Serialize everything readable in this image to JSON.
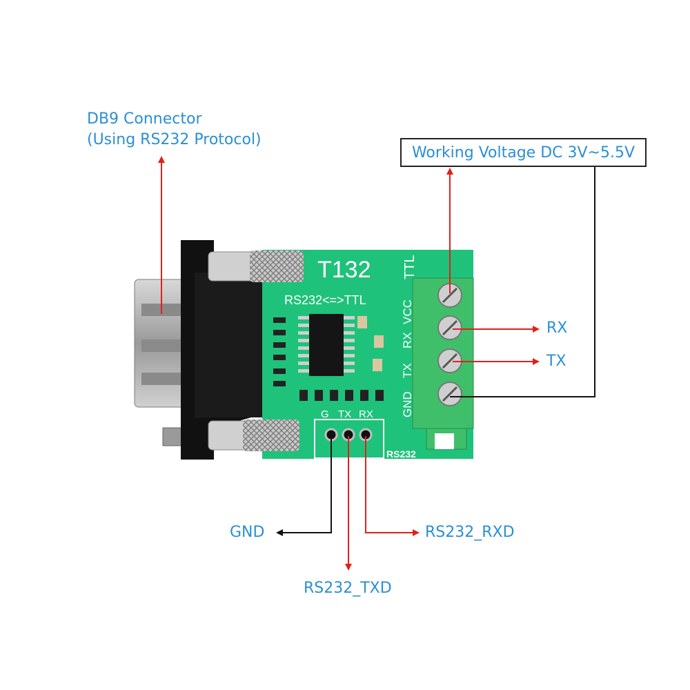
{
  "labels": {
    "db9_line1": "DB9 Connector",
    "db9_line2": "(Using RS232 Protocol)",
    "working_voltage": "Working Voltage DC 3V~5.5V",
    "rx": "RX",
    "tx": "TX",
    "gnd": "GND",
    "rs232_rxd": "RS232_RXD",
    "rs232_txd": "RS232_TXD"
  },
  "board": {
    "model": "T132",
    "subtitle": "RS232<=>TTL",
    "ttl_label": "TTL",
    "pin_vcc": "VCC",
    "pin_rx": "RX",
    "pin_tx": "TX",
    "pin_gnd": "GND",
    "header_g": "G",
    "header_tx": "TX",
    "header_rx": "RX",
    "rs232_label": "RS232"
  },
  "colors": {
    "label_blue": "#2a8fd6",
    "arrow_red": "#e0201a",
    "pcb_green": "#1fc27a",
    "terminal_green": "#3fbf6a"
  }
}
